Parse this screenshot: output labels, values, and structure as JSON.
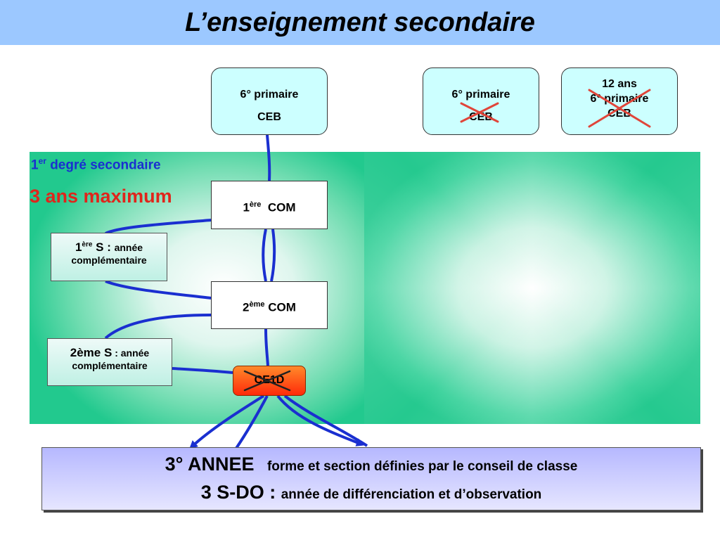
{
  "title": "L’enseignement secondaire",
  "top_boxes": {
    "main": {
      "line1": "6° primaire",
      "line2": "CEB"
    },
    "mid": {
      "line1": "6° primaire",
      "line2": "CEB"
    },
    "right": {
      "line1": "12 ans",
      "line2": "6° primaire",
      "line3": "CEB"
    }
  },
  "degree_label": {
    "prefix": "1",
    "sup": "er",
    "rest": " degré secondaire"
  },
  "max_label": "3 ans maximum",
  "com1": {
    "prefix": "1",
    "sup": "ère",
    "rest": "  COM"
  },
  "com2": {
    "prefix": "2",
    "sup": "ème",
    "rest": " COM"
  },
  "s1": {
    "prefix": "1",
    "sup": "ère",
    "big": " S : ",
    "small1": "année",
    "small2": "complémentaire"
  },
  "s2": {
    "big": "2ème S",
    "small1": " : année",
    "small2": "complémentaire"
  },
  "ce1d": "CE1D",
  "bottom": {
    "line1_big": "3° ANNEE",
    "line1_small": "forme et section définies par le conseil de classe",
    "line2_big": "3 S-DO : ",
    "line2_small": "année de différenciation et d’observation"
  },
  "colors": {
    "title_bg": "#9cc8ff",
    "arrow": "#1a2fd0",
    "cross": "#e0453a",
    "degree_text": "#1a2fd0",
    "max_text": "#e0251b"
  }
}
